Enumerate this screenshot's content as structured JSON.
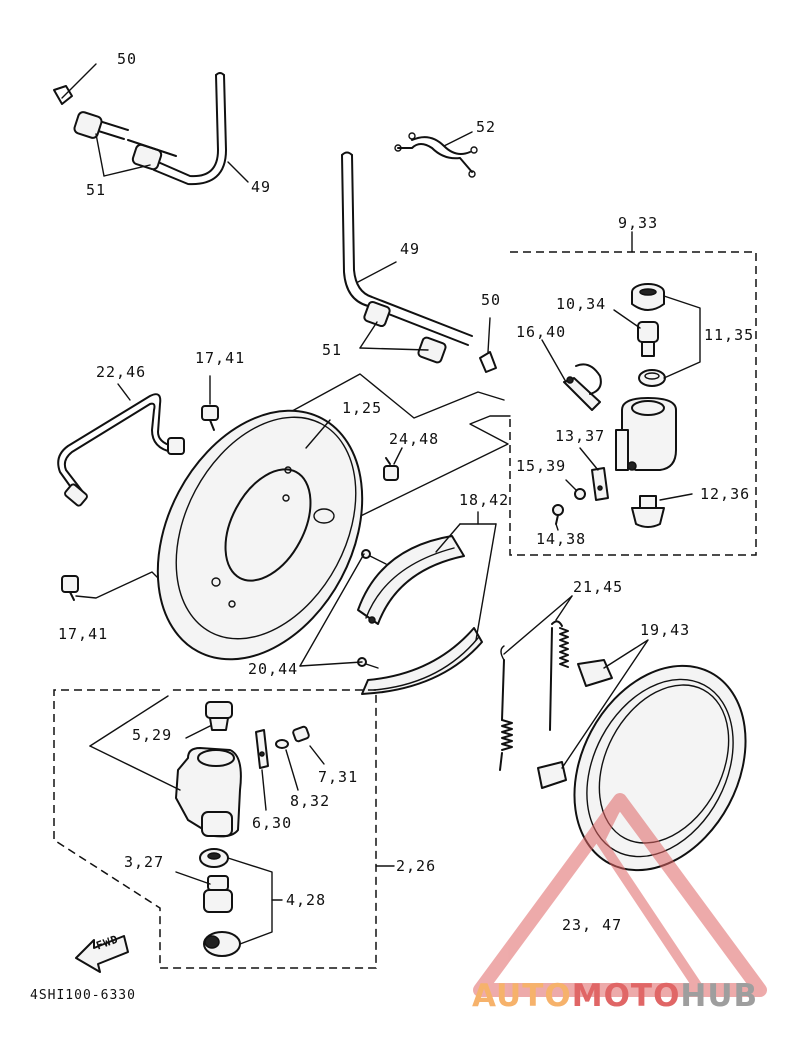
{
  "diagram": {
    "callouts": {
      "c50a": "50",
      "c51a": "51",
      "c49a": "49",
      "c52": "52",
      "c933": "9,33",
      "c49b": "49",
      "c50b": "50",
      "c1034": "10,34",
      "c1135": "11,35",
      "c1640": "16,40",
      "c51b": "51",
      "c1741a": "17,41",
      "c2246": "22,46",
      "c125": "1,25",
      "c2448": "24,48",
      "c1337": "13,37",
      "c1539": "15,39",
      "c1842": "18,42",
      "c1236": "12,36",
      "c1438": "14,38",
      "c1741b": "17,41",
      "c2145": "21,45",
      "c1943": "19,43",
      "c2044": "20,44",
      "c529": "5,29",
      "c731": "7,31",
      "c832": "8,32",
      "c630": "6,30",
      "c226": "2,26",
      "c327": "3,27",
      "c428": "4,28",
      "c2347": "23, 47"
    },
    "fwd_label": "FWD",
    "part_code": "4SHI100-6330"
  },
  "watermark": {
    "part1": "AUTO",
    "part2": "MOTO",
    "part3": "HUB",
    "color_auto": "#f6b26b",
    "color_moto": "#e06666",
    "color_hub": "#9e9e9e",
    "triangle_color": "#e06666"
  }
}
